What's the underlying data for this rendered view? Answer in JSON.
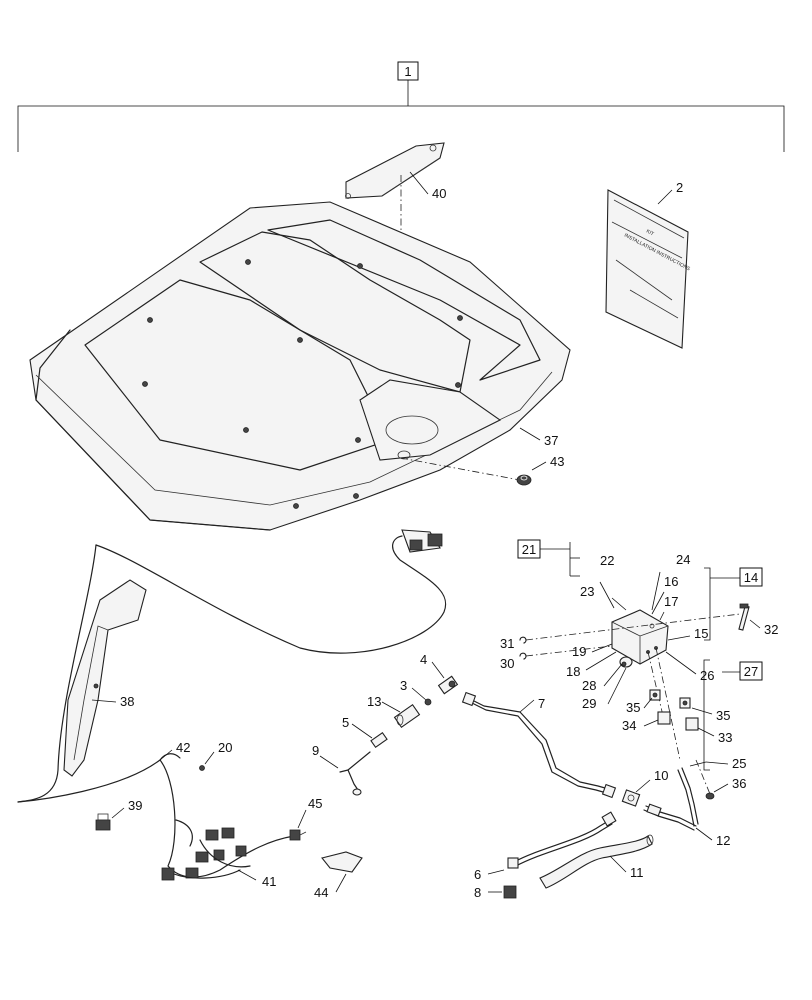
{
  "callouts": {
    "c1": "1",
    "c2": "2",
    "c3": "3",
    "c4": "4",
    "c5": "5",
    "c6": "6",
    "c7": "7",
    "c8": "8",
    "c9": "9",
    "c10": "10",
    "c11": "11",
    "c12": "12",
    "c13": "13",
    "c14": "14",
    "c15": "15",
    "c16": "16",
    "c17": "17",
    "c18": "18",
    "c19": "19",
    "c20": "20",
    "c21": "21",
    "c22": "22",
    "c23": "23",
    "c24": "24",
    "c25": "25",
    "c26": "26",
    "c27": "27",
    "c28": "28",
    "c29": "29",
    "c30": "30",
    "c31": "31",
    "c32": "32",
    "c33": "33",
    "c34": "34",
    "c35a": "35",
    "c35b": "35",
    "c36": "36",
    "c37": "37",
    "c38": "38",
    "c39": "39",
    "c40": "40",
    "c41": "41",
    "c42": "42",
    "c43": "43",
    "c44": "44",
    "c45": "45"
  },
  "manual": {
    "line1": "KIT",
    "line2": "INSTALLATION INSTRUCTIONS"
  }
}
